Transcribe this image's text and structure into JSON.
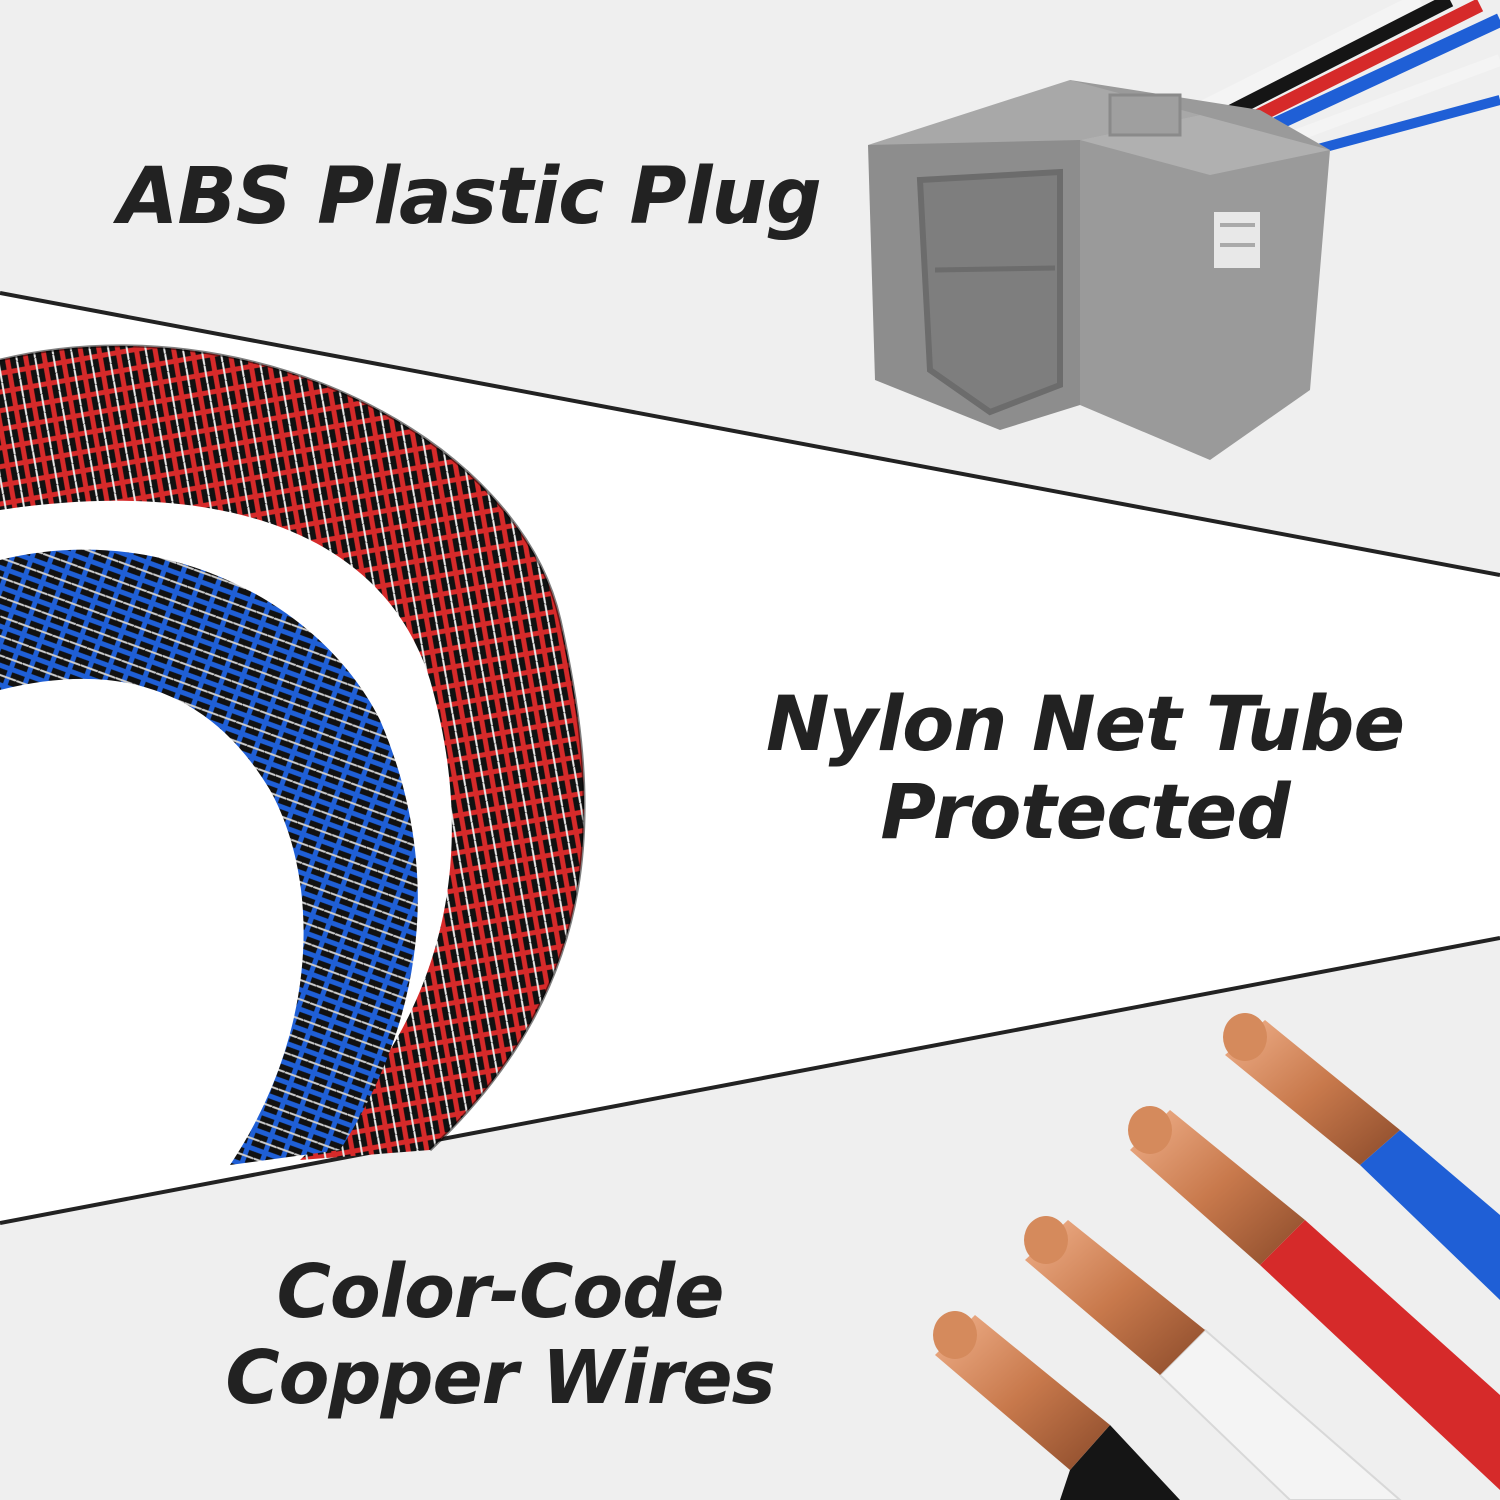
{
  "colors": {
    "panel_light": "#efefef",
    "panel_white": "#ffffff",
    "divider": "#222222",
    "text": "#222222",
    "plug_gray": "#8f8f8f",
    "copper": "#c8794c",
    "wire_blue": "#1f5fd6",
    "wire_red": "#d62a2a",
    "wire_white": "#f4f4f4",
    "wire_black": "#151515"
  },
  "sections": [
    {
      "id": "plug",
      "lines": [
        "ABS Plastic Plug"
      ],
      "icon": "plug-connector-icon"
    },
    {
      "id": "net",
      "lines": [
        "Nylon Net Tube",
        "Protected"
      ],
      "icon": "braided-cable-icon"
    },
    {
      "id": "wires",
      "lines": [
        "Color-Code",
        "Copper Wires"
      ],
      "icon": "copper-wires-icon"
    }
  ]
}
